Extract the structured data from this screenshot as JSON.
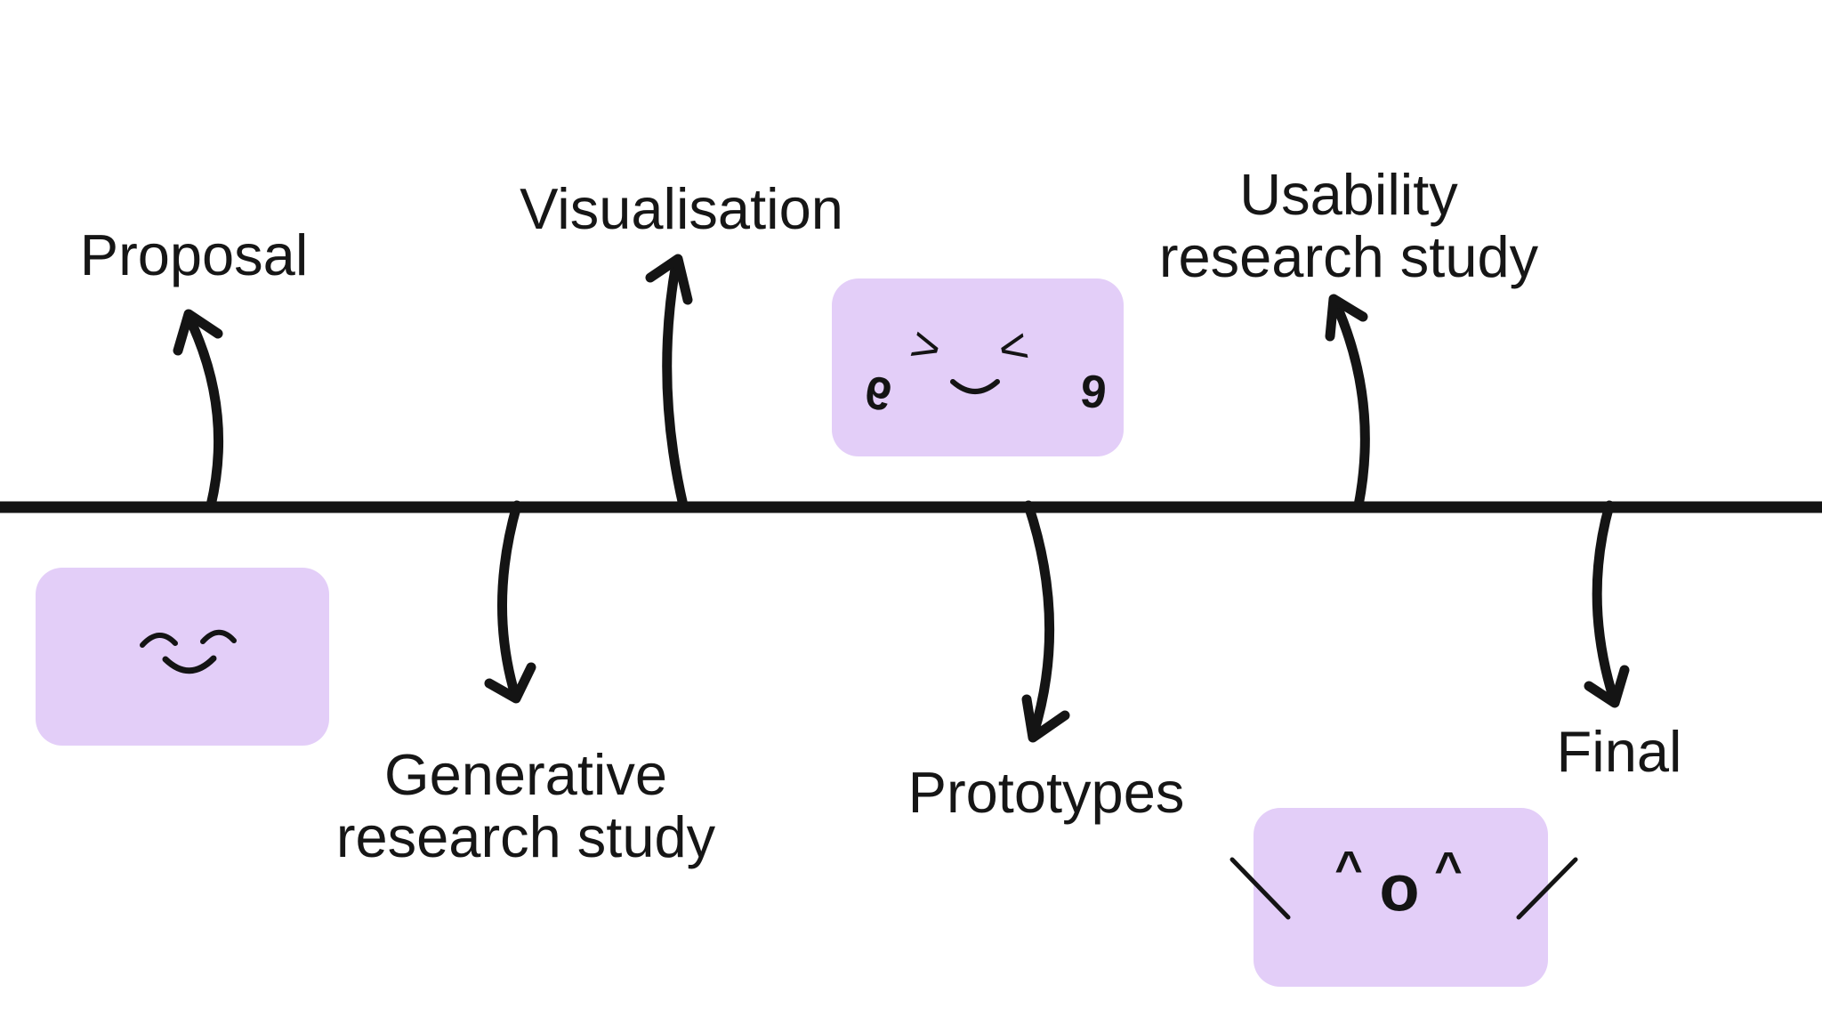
{
  "diagram": {
    "type": "hand-drawn project timeline",
    "colors": {
      "background": "#ffffff",
      "ink": "#141414",
      "sticker_fill": "#e3cef8"
    },
    "timeline": {
      "above": [
        {
          "label": "Proposal"
        },
        {
          "label": "Visualisation"
        },
        {
          "line1": "Usability",
          "line2": "research study"
        }
      ],
      "below": [
        {
          "line1": "Generative",
          "line2": "research study"
        },
        {
          "label": "Prototypes"
        },
        {
          "label": "Final"
        }
      ]
    },
    "stickers": [
      {
        "name": "content-face",
        "kaomoji": "⌒‿⌒"
      },
      {
        "name": "excited-face",
        "kaomoji": "٩(>‿<)۶",
        "eye_left": ">",
        "eye_right": "<",
        "arm_left": "9",
        "arm_right": "9"
      },
      {
        "name": "surprised-face",
        "kaomoji": "\\(^o^)/",
        "eye_left": "^",
        "eye_right": "^",
        "mouth": "o"
      }
    ]
  }
}
